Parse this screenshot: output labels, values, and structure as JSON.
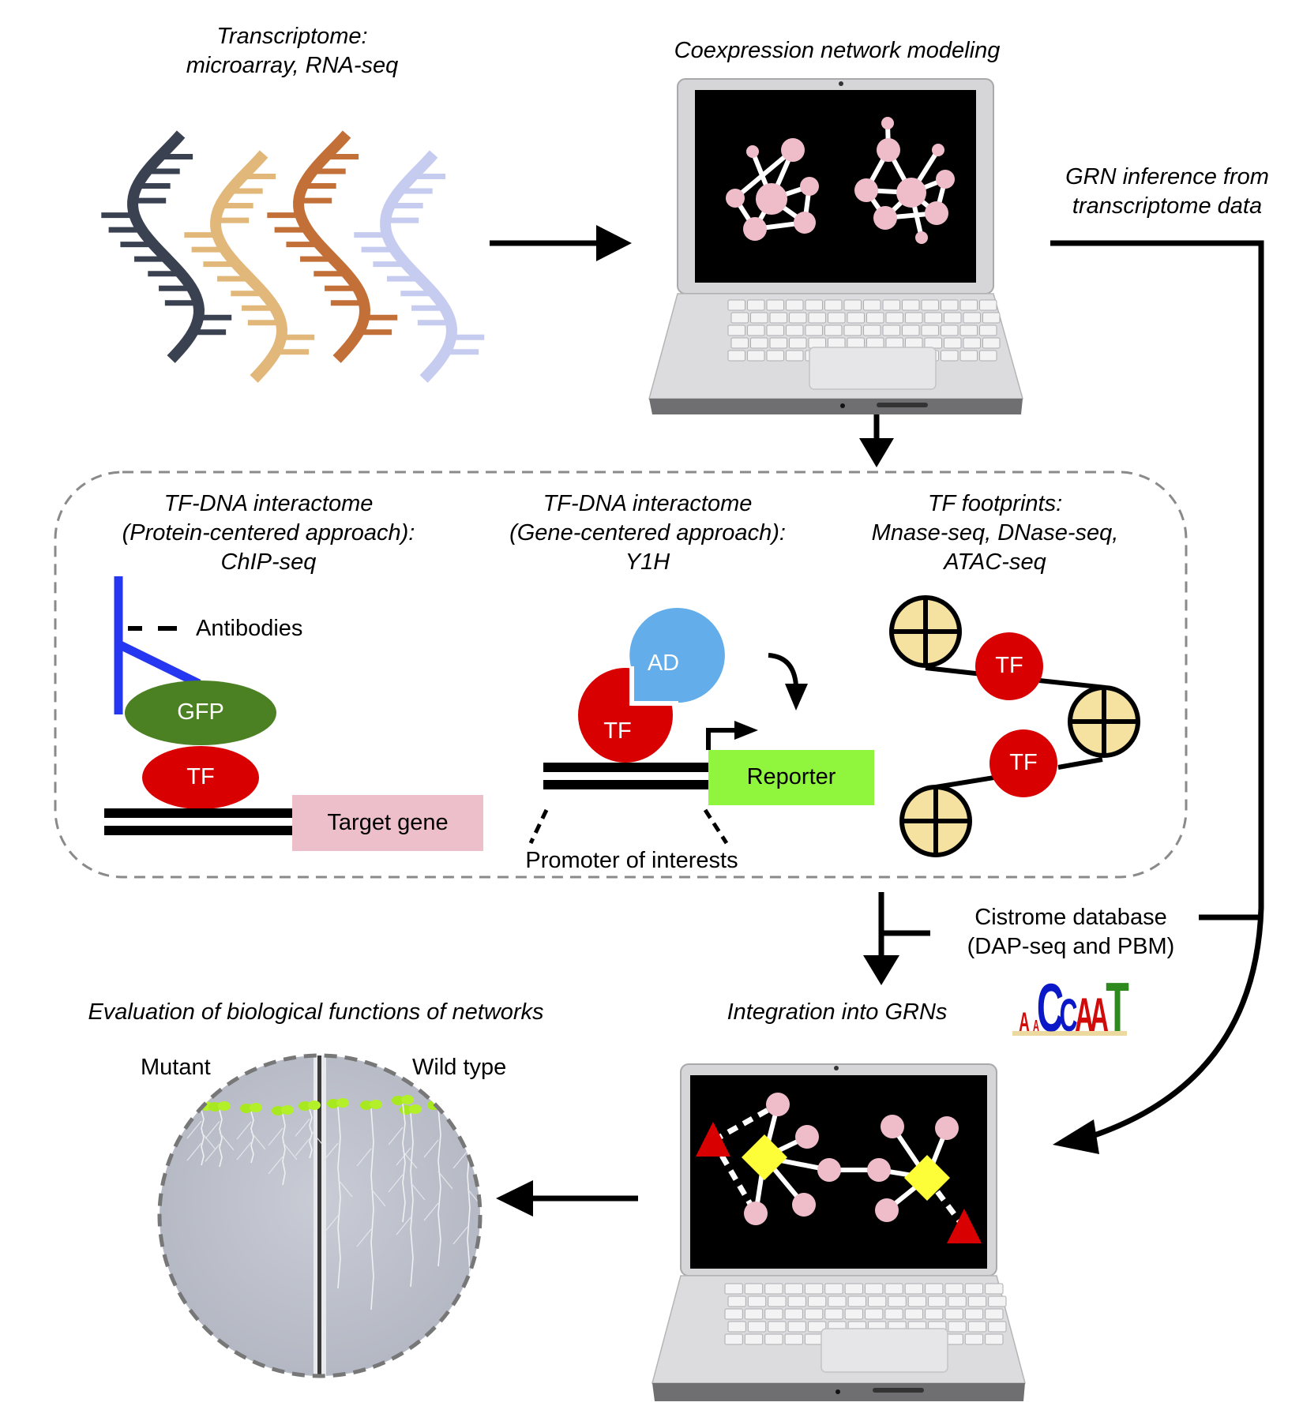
{
  "steps": {
    "transcriptome": {
      "title_line1": "Transcriptome:",
      "title_line2": "microarray, RNA-seq",
      "dna_colors": [
        "#3a4150",
        "#e2b87a",
        "#c36f38",
        "#c6cbf0"
      ]
    },
    "coexpression": {
      "title": "Coexpression network modeling"
    },
    "grn_inference": {
      "line1": "GRN inference from",
      "line2": "transcriptome data"
    },
    "protein_centered": {
      "line1": "TF-DNA interactome",
      "line2": "(Protein-centered approach):",
      "line3": "ChIP-seq",
      "antibodies_label": "Antibodies",
      "gfp_label": "GFP",
      "tf_label": "TF",
      "target_gene_label": "Target gene"
    },
    "gene_centered": {
      "line1": "TF-DNA interactome",
      "line2": "(Gene-centered approach):",
      "line3": "Y1H",
      "ad_label": "AD",
      "tf_label": "TF",
      "reporter_label": "Reporter",
      "promoter_label": "Promoter of interests"
    },
    "footprints": {
      "line1": "TF footprints:",
      "line2": "Mnase-seq, DNase-seq,",
      "line3": "ATAC-seq",
      "tf1_label": "TF",
      "tf2_label": "TF"
    },
    "cistrome": {
      "line1": "Cistrome database",
      "line2": "(DAP-seq and PBM)",
      "motif": [
        "A",
        "A",
        "C",
        "C",
        "A",
        "A",
        "T"
      ]
    },
    "integration": {
      "title": "Integration into GRNs"
    },
    "evaluation": {
      "title": "Evaluation of biological functions of networks",
      "mutant_label": "Mutant",
      "wildtype_label": "Wild type"
    }
  },
  "colors": {
    "node_pink": "#efbdc9",
    "tf_red": "#d80000",
    "gfp_green": "#4b8023",
    "antibody_blue": "#2537f0",
    "ad_blue": "#63aeea",
    "reporter_green": "#8ff53d",
    "target_pink": "#edbfca",
    "nucleosome_fill": "#f6e2a0",
    "hub_yellow": "#fdfd38",
    "dashed_border": "#8a8a8a"
  }
}
